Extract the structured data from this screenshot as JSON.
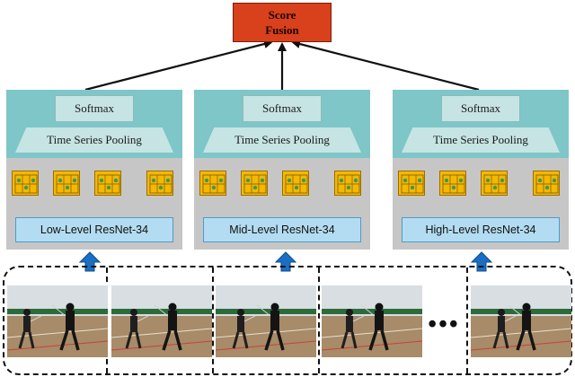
{
  "fusion": {
    "line1": "Score",
    "line2": "Fusion"
  },
  "branches": [
    {
      "softmax": "Softmax",
      "pooling": "Time Series Pooling",
      "resnet": "Low-Level ResNet-34"
    },
    {
      "softmax": "Softmax",
      "pooling": "Time Series Pooling",
      "resnet": "Mid-Level ResNet-34"
    },
    {
      "softmax": "Softmax",
      "pooling": "Time Series Pooling",
      "resnet": "High-Level ResNet-34"
    }
  ],
  "frames": {
    "count": 5,
    "ellipsis": "•••"
  },
  "colors": {
    "fusion": "#d9401c",
    "teal_panel": "#7ec6c8",
    "gray_panel": "#c6c6c6",
    "resnet_box": "#b3dcf2",
    "cnn_block": "#f5b800",
    "input_arrow": "#1b6fc2",
    "floor": "#a88b68",
    "wall": "#d8dee2"
  }
}
